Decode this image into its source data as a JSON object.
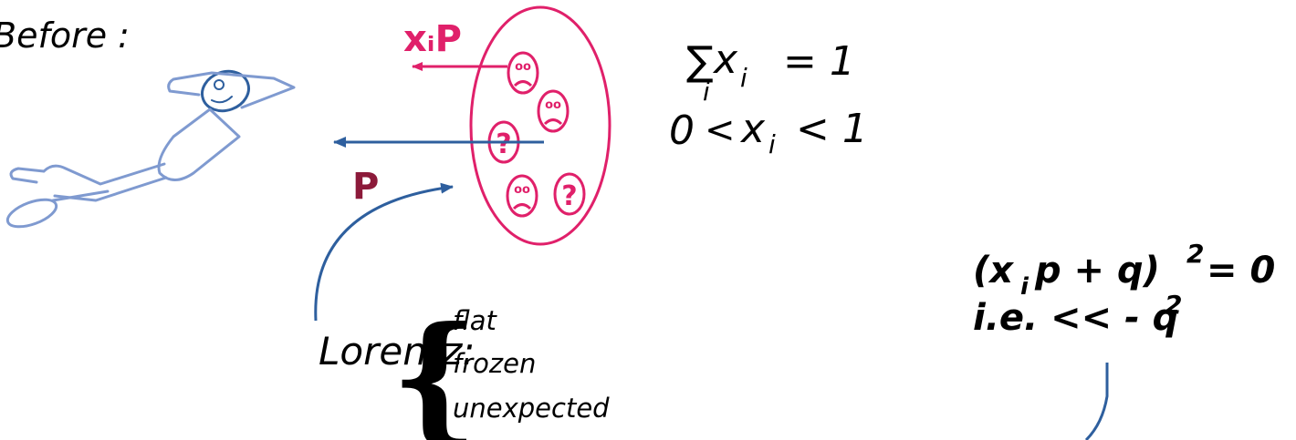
{
  "before_label": "Before :",
  "momentum": {
    "parton": "xᵢP",
    "proton": "P"
  },
  "constraint": {
    "sum_symbol": "∑",
    "sum_lhs": "x",
    "sum_sub": "i",
    "sum_index": "i",
    "sum_rhs": "= 1",
    "range_lower": "0",
    "range_lt1": "<",
    "range_var": "x",
    "range_sub": "i",
    "range_upper": "< 1"
  },
  "partons": [
    {
      "kind": "frown-face"
    },
    {
      "kind": "frown-face"
    },
    {
      "kind": "question",
      "text": "?"
    },
    {
      "kind": "frown-face"
    },
    {
      "kind": "question",
      "text": "?"
    }
  ],
  "lorentz": {
    "label": "Lorentz:",
    "brace": "{",
    "items": [
      "flat",
      "frozen",
      "unexpected"
    ]
  },
  "formula": {
    "open": "(x",
    "sub": "i",
    "mid": "p + q)",
    "sup": "2",
    "eq": "= 0",
    "ie": "i.e. << - q",
    "ie_sup": "2"
  },
  "colors": {
    "magenta": "#e0206a",
    "blue": "#2e5f9e",
    "sketch_blue": "#7f9ad0",
    "text": "#000000"
  }
}
